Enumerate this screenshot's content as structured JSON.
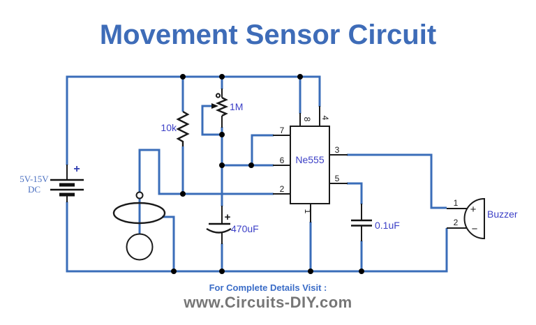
{
  "title": "Movement Sensor Circuit",
  "footer": {
    "line1": "For Complete Details Visit :",
    "line2": "www.Circuits-DIY.com"
  },
  "colors": {
    "wire_blue": "#3a6db9",
    "component_black": "#1a1a1a",
    "value_label_blue": "#3b3fc6",
    "title_blue": "#3e6cb8",
    "footer_link_blue": "#3a6cc7",
    "footer_gray": "#767676",
    "battery_label_blue": "#4a6fc0"
  },
  "circuit": {
    "power": {
      "label_line1": "5V-15V",
      "label_line2": "DC",
      "plus": "+"
    },
    "resistor": {
      "value": "10k"
    },
    "potentiometer": {
      "value": "1M"
    },
    "ic": {
      "label": "Ne555",
      "pins": {
        "p1": "1",
        "p2": "2",
        "p3": "3",
        "p4": "4",
        "p5": "5",
        "p6": "6",
        "p7": "7",
        "p8": "8"
      }
    },
    "cap_electrolytic": {
      "value": "470uF",
      "polarity": "+"
    },
    "cap_ceramic": {
      "value": "0.1uF"
    },
    "buzzer": {
      "label": "Buzzer",
      "pin1": "1",
      "pin2": "2",
      "plus": "+",
      "minus": "−"
    }
  }
}
